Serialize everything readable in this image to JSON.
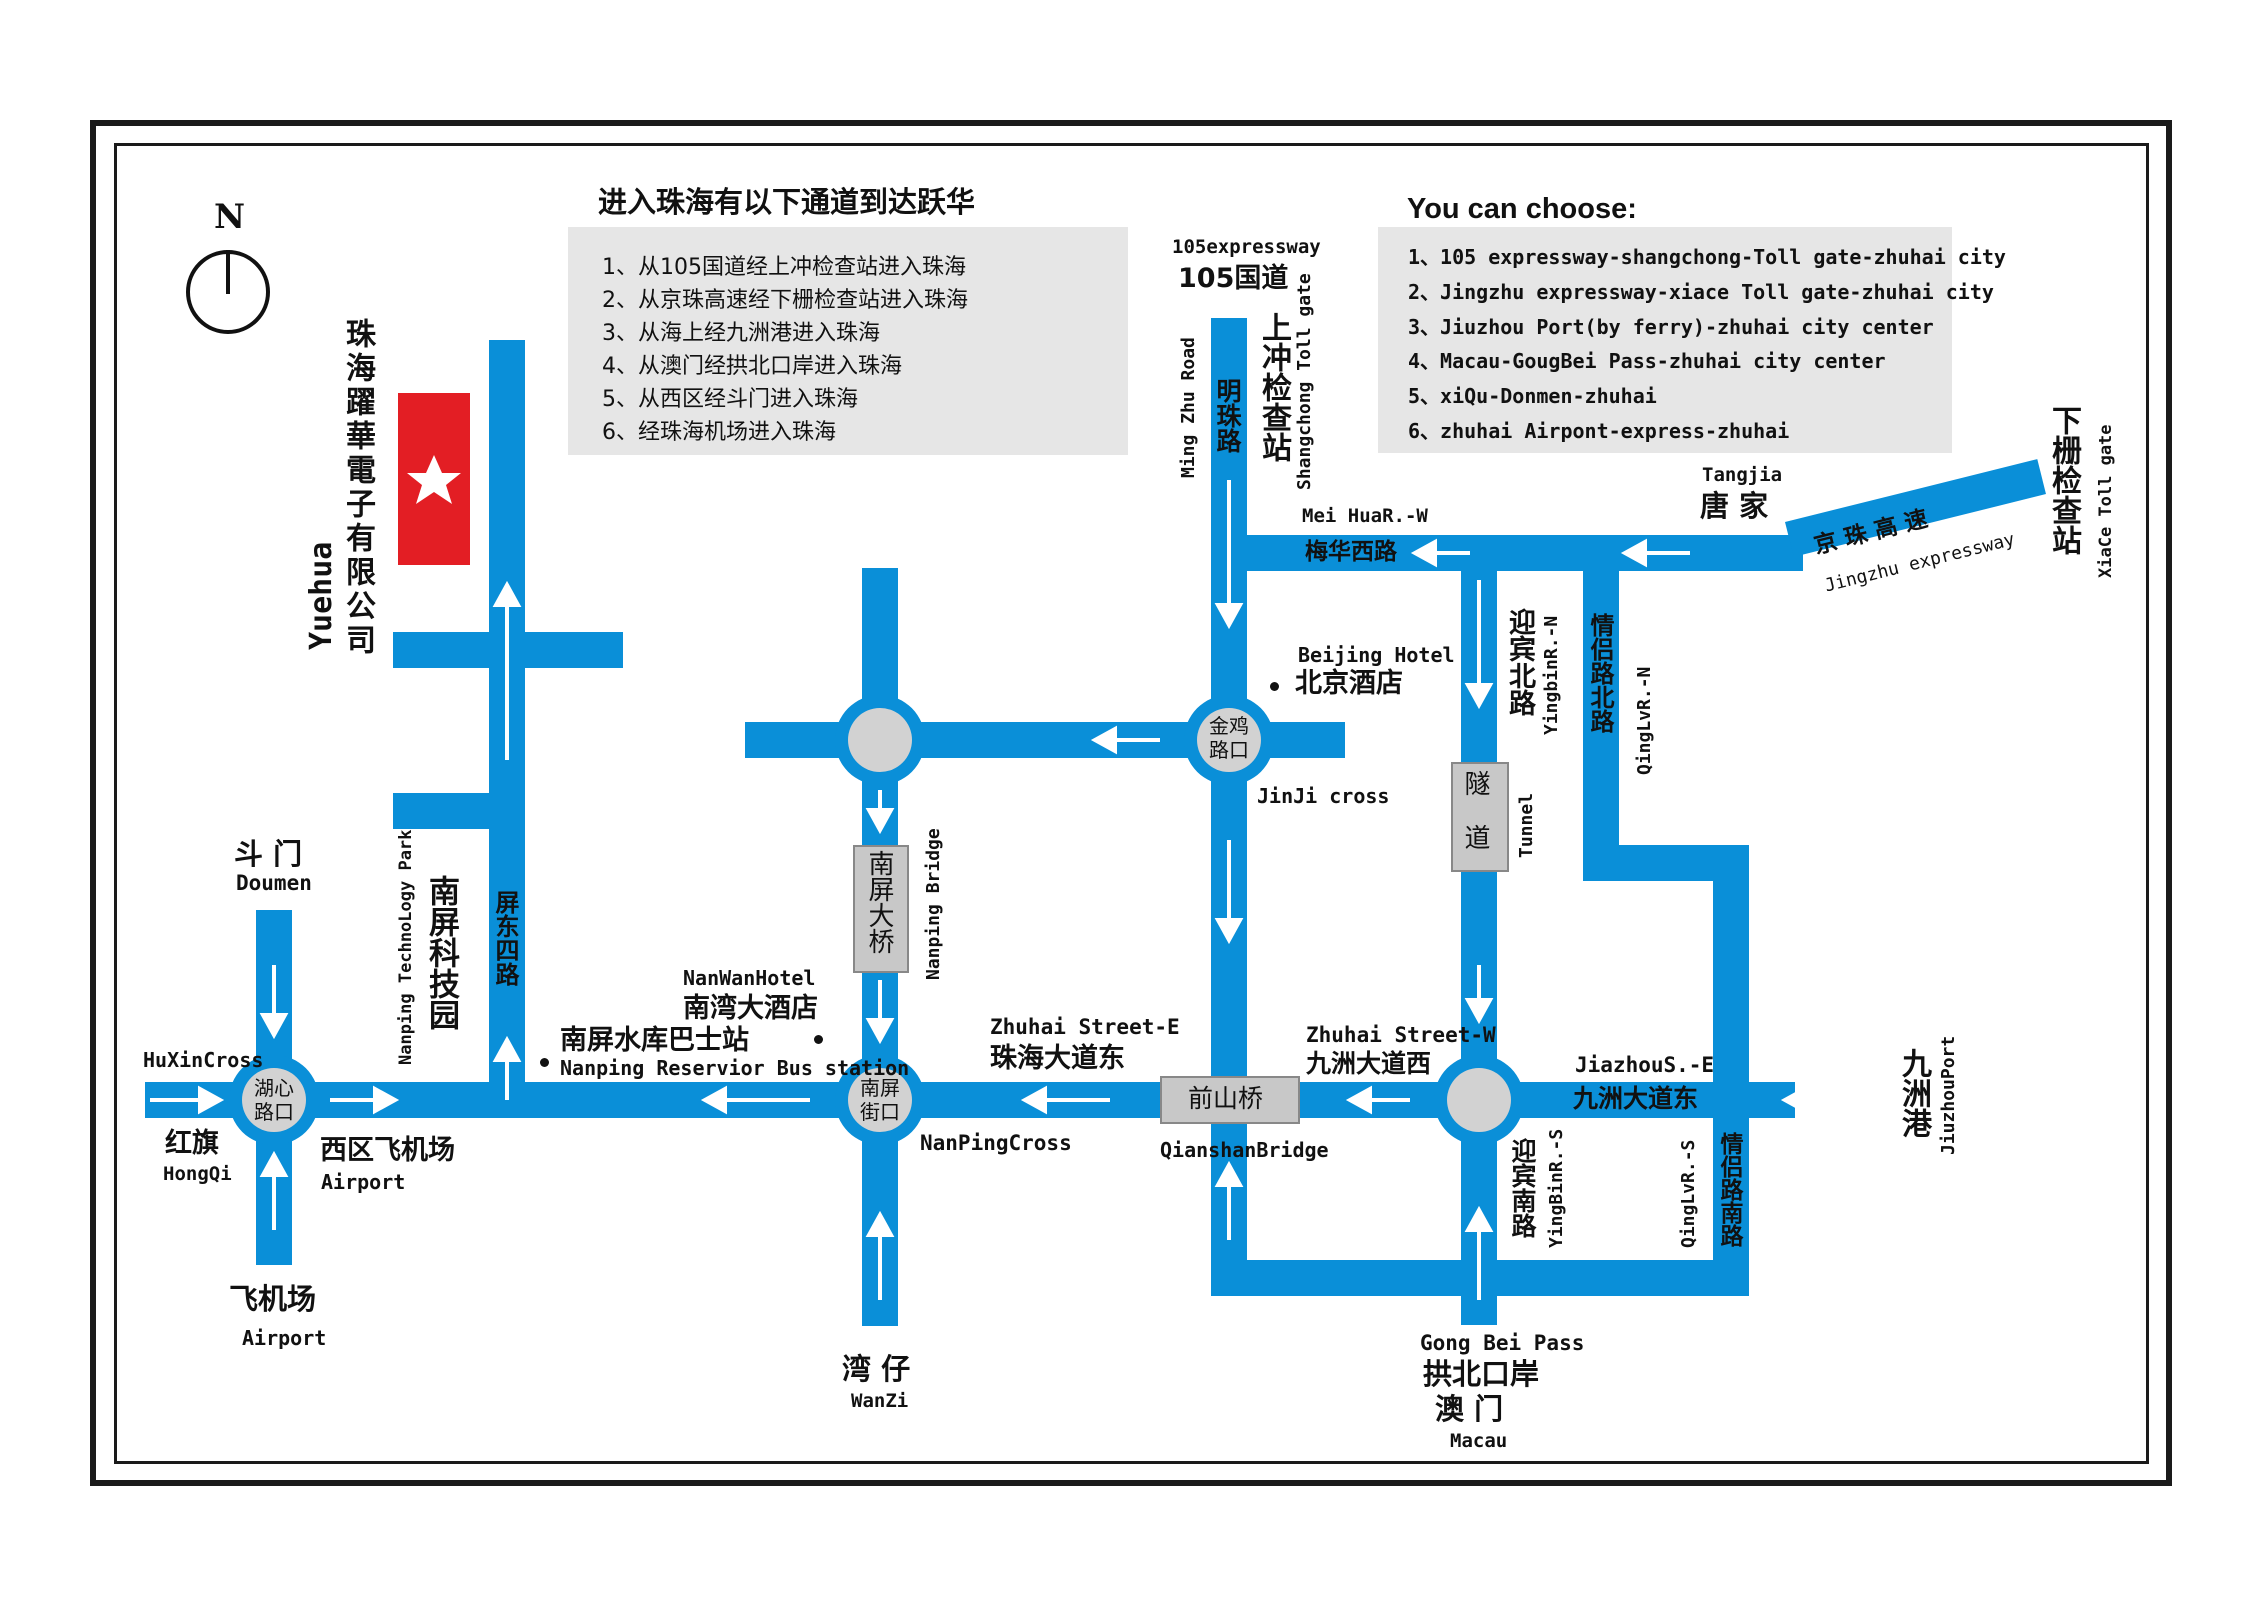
{
  "header_cn": "进入珠海有以下通道到达跃华",
  "routes_cn": [
    "1、从105国道经上冲检查站进入珠海",
    "2、从京珠高速经下栅检查站进入珠海",
    "3、从海上经九洲港进入珠海",
    "4、从澳门经拱北口岸进入珠海",
    "5、从西区经斗门进入珠海",
    "6、经珠海机场进入珠海"
  ],
  "header_en": "You can choose:",
  "routes_en": [
    "1、105 expressway-shangchong-Toll gate-zhuhai city",
    "2、Jingzhu expressway-xiace Toll gate-zhuhai city",
    "3、Jiuzhou Port(by ferry)-zhuhai city center",
    "4、Macau-GougBei Pass-zhuhai city center",
    "5、xiQu-Donmen-zhuhai",
    "6、zhuhai Airpont-express-zhuhai"
  ],
  "compass": "N",
  "company_cn": "珠海躍華電子有限公司",
  "company_en": "Yuehua",
  "colors": {
    "road": "#0a8fd8",
    "marker": "#e31e24",
    "panel": "#e6e6e6",
    "hub": "#d2d2d2"
  },
  "labels": {
    "expressway105": "105expressway",
    "guodao105": "105国道",
    "shangchong_cn": "上冲检查站",
    "shangchong_en": "Shangchong Toll gate",
    "mingzhu_cn": "明珠路",
    "mingzhu_en": "Ming Zhu Road",
    "meihua_en": "Mei HuaR.-W",
    "meihua_cn": "梅华西路",
    "tangjia_en": "Tangjia",
    "tangjia_cn": "唐 家",
    "jingzhu_cn": "京 珠 高 速",
    "jingzhu_en": "Jingzhu expressway",
    "xiazha_cn": "下栅检查站",
    "xiazha_en": "XiaCe Toll gate",
    "yingbinN_cn": "迎宾北路",
    "yingbinN_en": "YingbinR.-N",
    "qinglvN_cn": "情侣路北路",
    "qinglvN_en": "QingLvR.-N",
    "beijing_en": "Beijing Hotel",
    "beijing_cn": "北京酒店",
    "jinji_cn": "金鸡路口",
    "jinji_en": "JinJi cross",
    "tunnel_cn": "隧道",
    "tunnel_en": "Tunnel",
    "nanping_bridge_cn": "南屏大桥",
    "nanping_bridge_en": "Nanping Bridge",
    "pingdong_cn": "屏东四路",
    "tech_cn": "南屏科技园",
    "tech_en": "Nanping TechnoLogy Park",
    "doumen_cn": "斗 门",
    "doumen_en": "Doumen",
    "huxin_en": "HuXinCross",
    "huxin_cn": "湖心路口",
    "hongqi_cn": "红旗",
    "hongqi_en": "HongQi",
    "xiqu_cn": "西区飞机场",
    "xiqu_en": "Airport",
    "airport_cn": "飞机场",
    "airport_en": "Airport",
    "bus_cn": "南屏水库巴士站",
    "bus_en": "Nanping Reservior Bus station",
    "nanwan_en": "NanWanHotel",
    "nanwan_cn": "南湾大酒店",
    "nanpingjie_cn": "南屏街口",
    "nanpingcross_en": "NanPingCross",
    "wanzi_cn": "湾 仔",
    "wanzi_en": "WanZi",
    "zhuhaiE_en": "Zhuhai Street-E",
    "zhuhaiE_cn": "珠海大道东",
    "qianshan_cn": "前山桥",
    "qianshan_en": "QianshanBridge",
    "zhuhaiW_en": "Zhuhai Street-W",
    "zhuhaiW_cn": "九洲大道西",
    "jiazhou_en": "JiazhouS.-E",
    "jiazhou_cn": "九洲大道东",
    "jiuzhougang_cn": "九洲港",
    "jiuzhouport_en": "JiuzhouPort",
    "yingbinS_cn": "迎宾南路",
    "yingbinS_en": "YingBinR.-S",
    "qinglvS_cn": "情侣路南路",
    "qinglvS_en": "QingLvR.-S",
    "gongbei_en": "Gong Bei Pass",
    "gongbei_cn": "拱北口岸",
    "aomen_cn": "澳  门",
    "macau_en": "Macau"
  }
}
